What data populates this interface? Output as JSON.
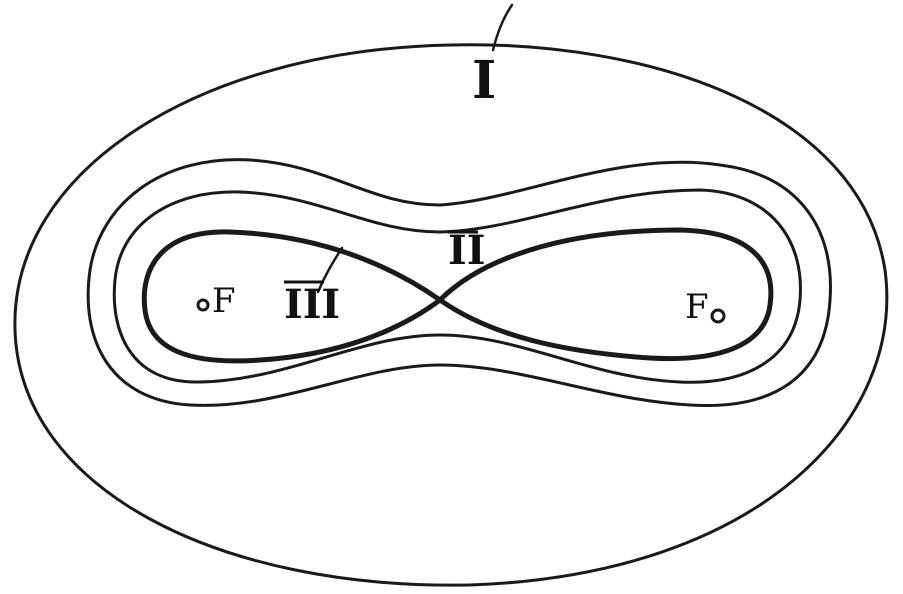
{
  "labels": {
    "region_1": "I",
    "region_2": "II",
    "region_3": "III",
    "focus_left": "F",
    "focus_right": "F"
  },
  "colors": {
    "ink": "#1a1a1a",
    "paper": "#ffffff"
  }
}
